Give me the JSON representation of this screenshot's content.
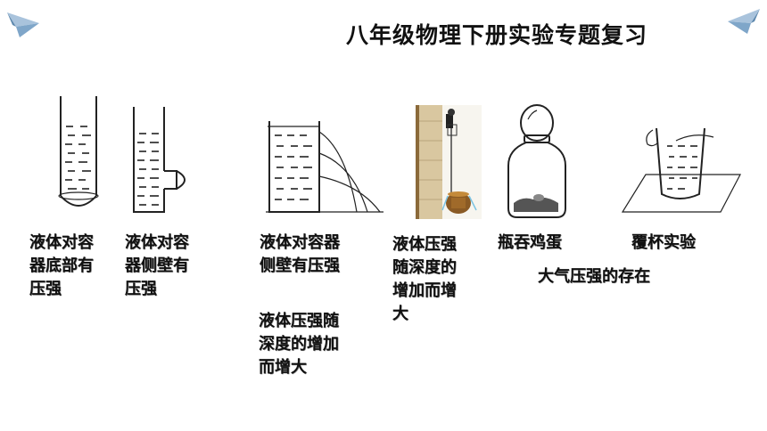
{
  "title": "八年级物理下册实验专题复习",
  "captions": {
    "bottom_pressure": [
      "液体对容",
      "器底部有",
      "压强"
    ],
    "side_wall_pressure": [
      "液体对容",
      "器侧壁有",
      "压强"
    ],
    "side_wall_pressure_2": [
      "液体对容器",
      "侧壁有压强"
    ],
    "depth_increase_1": [
      "液体压强随",
      "深度的增加",
      "而增大"
    ],
    "depth_increase_2": [
      "液体压强",
      "随深度的",
      "增加而增",
      "大"
    ],
    "egg_in_bottle": "瓶吞鸡蛋",
    "cup_cover": "覆杯实验",
    "atmospheric_pressure": "大气压强的存在"
  },
  "colors": {
    "accent_plane": "#7fa6c9",
    "wood": "#d9c7a0",
    "liquid_dash": "#222222"
  },
  "icons": {
    "top_left": "paper-plane-icon",
    "top_right": "paper-plane-icon"
  }
}
